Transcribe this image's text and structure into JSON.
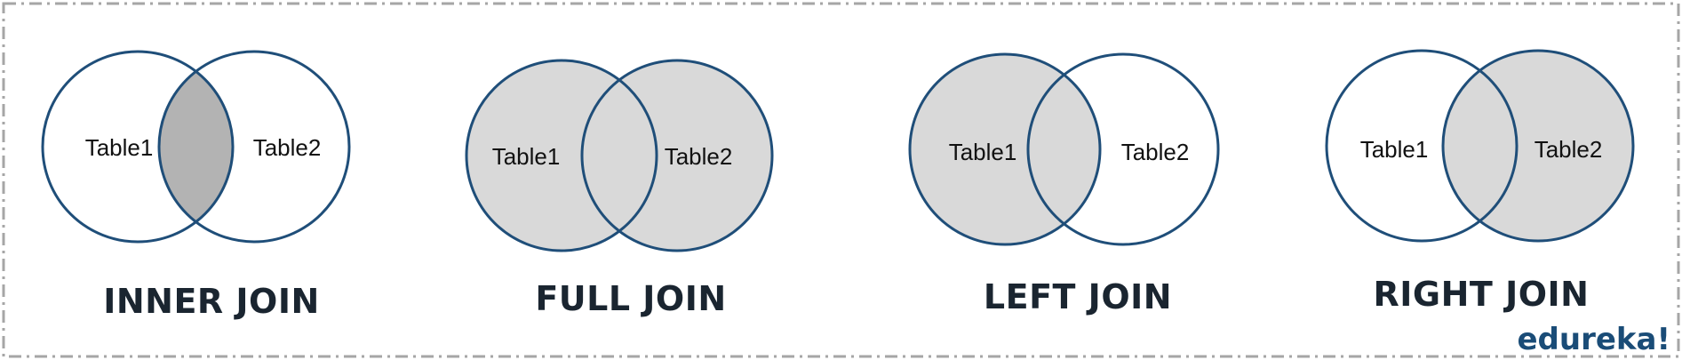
{
  "diagrams": [
    {
      "title": "INNER JOIN",
      "left_label": "Table1",
      "right_label": "Table2",
      "shading": "intersection"
    },
    {
      "title": "FULL JOIN",
      "left_label": "Table1",
      "right_label": "Table2",
      "shading": "both"
    },
    {
      "title": "LEFT JOIN",
      "left_label": "Table1",
      "right_label": "Table2",
      "shading": "left"
    },
    {
      "title": "RIGHT JOIN",
      "left_label": "Table1",
      "right_label": "Table2",
      "shading": "right"
    }
  ],
  "brand": "edureka!",
  "colors": {
    "circle_stroke": "#1f4e79",
    "fill_light": "#d9d9d9",
    "fill_inner": "#b3b3b3",
    "frame": "#a6a6a6",
    "title": "#1a2530",
    "brand": "#1a4c77"
  }
}
